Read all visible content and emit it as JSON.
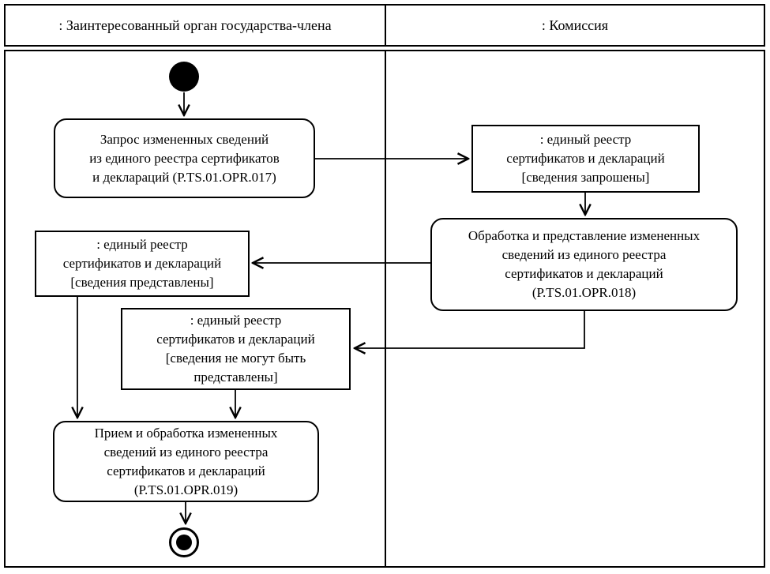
{
  "diagram": {
    "type": "uml-activity-swimlane",
    "lanes": [
      {
        "title": ": Заинтересованный орган государства-члена"
      },
      {
        "title": ": Комиссия"
      }
    ],
    "nodes": {
      "activity_017": {
        "label": "Запрос измененных сведений\nиз единого реестра сертификатов\nи деклараций (P.TS.01.OPR.017)"
      },
      "object_requested": {
        "label": ": единый реестр\nсертификатов и деклараций\n[сведения запрошены]"
      },
      "activity_018": {
        "label": "Обработка и представление измененных\nсведений из единого реестра\nсертификатов и деклараций\n(P.TS.01.OPR.018)"
      },
      "object_provided": {
        "label": ": единый реестр\nсертификатов и деклараций\n[сведения представлены]"
      },
      "object_cannot": {
        "label": ": единый реестр\nсертификатов и деклараций\n[сведения не могут быть\nпредставлены]"
      },
      "activity_019": {
        "label": "Прием и обработка измененных\nсведений из единого реестра\nсертификатов и деклараций\n(P.TS.01.OPR.019)"
      }
    },
    "colors": {
      "line": "#000000",
      "background": "#ffffff"
    }
  }
}
